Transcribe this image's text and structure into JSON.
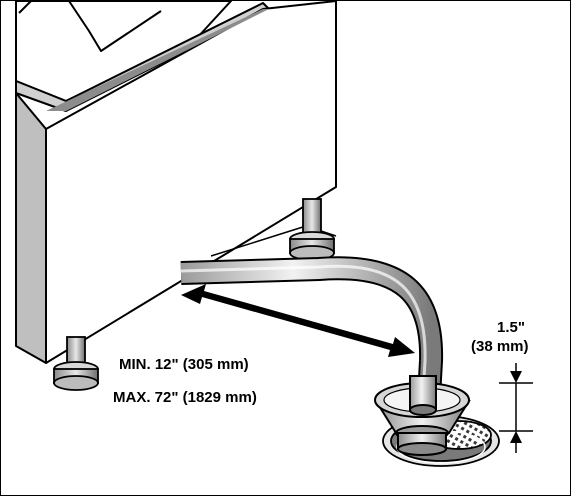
{
  "labels": {
    "min_distance": "MIN. 12\" (305 mm)",
    "max_distance": "MAX. 72\" (1829 mm)",
    "air_gap_in": "1.5\"",
    "air_gap_mm": "(38 mm)"
  },
  "colors": {
    "line": "#000000",
    "fill": "#ffffff",
    "shade_light": "#d9d9d9",
    "shade_mid": "#a6a6a6",
    "shade_dark": "#595959"
  },
  "icons": [
    "double-arrow-icon",
    "dimension-arrow-icon",
    "floor-drain-icon",
    "drain-hose-icon"
  ]
}
